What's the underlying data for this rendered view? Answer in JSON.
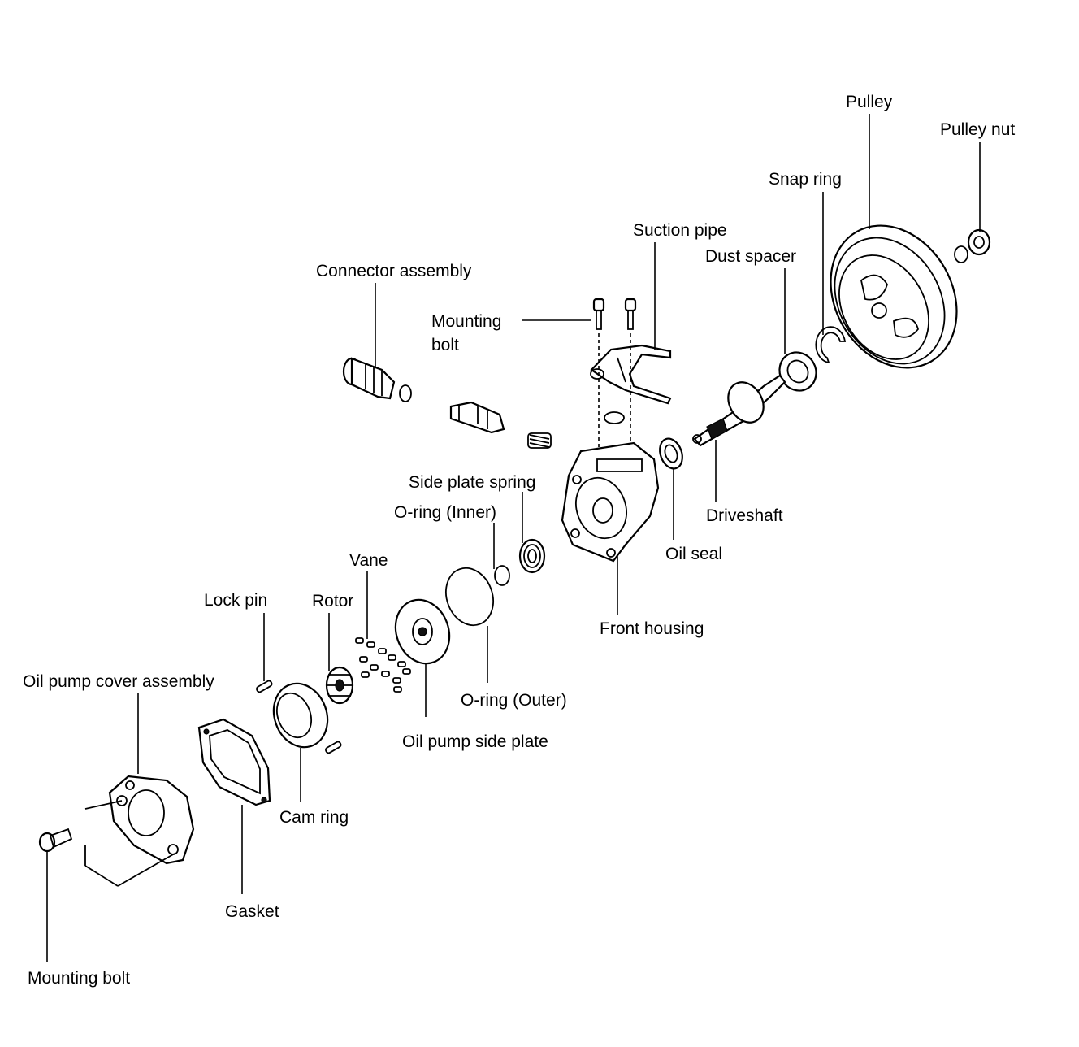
{
  "diagram": {
    "colors": {
      "line": "#000000",
      "background": "#ffffff"
    },
    "labels": {
      "pulley": "Pulley",
      "pulley_nut": "Pulley nut",
      "snap_ring": "Snap ring",
      "suction_pipe": "Suction pipe",
      "dust_spacer": "Dust spacer",
      "connector_assembly": "Connector assembly",
      "mounting_bolt_top_1": "Mounting",
      "mounting_bolt_top_2": "bolt",
      "side_plate_spring": "Side plate spring",
      "o_ring_inner": "O-ring (Inner)",
      "driveshaft": "Driveshaft",
      "vane": "Vane",
      "oil_seal": "Oil seal",
      "lock_pin": "Lock pin",
      "rotor": "Rotor",
      "front_housing": "Front housing",
      "oil_pump_cover_assembly": "Oil pump cover assembly",
      "o_ring_outer": "O-ring (Outer)",
      "oil_pump_side_plate": "Oil pump side plate",
      "cam_ring": "Cam ring",
      "gasket": "Gasket",
      "mounting_bolt_bottom": "Mounting bolt"
    }
  }
}
